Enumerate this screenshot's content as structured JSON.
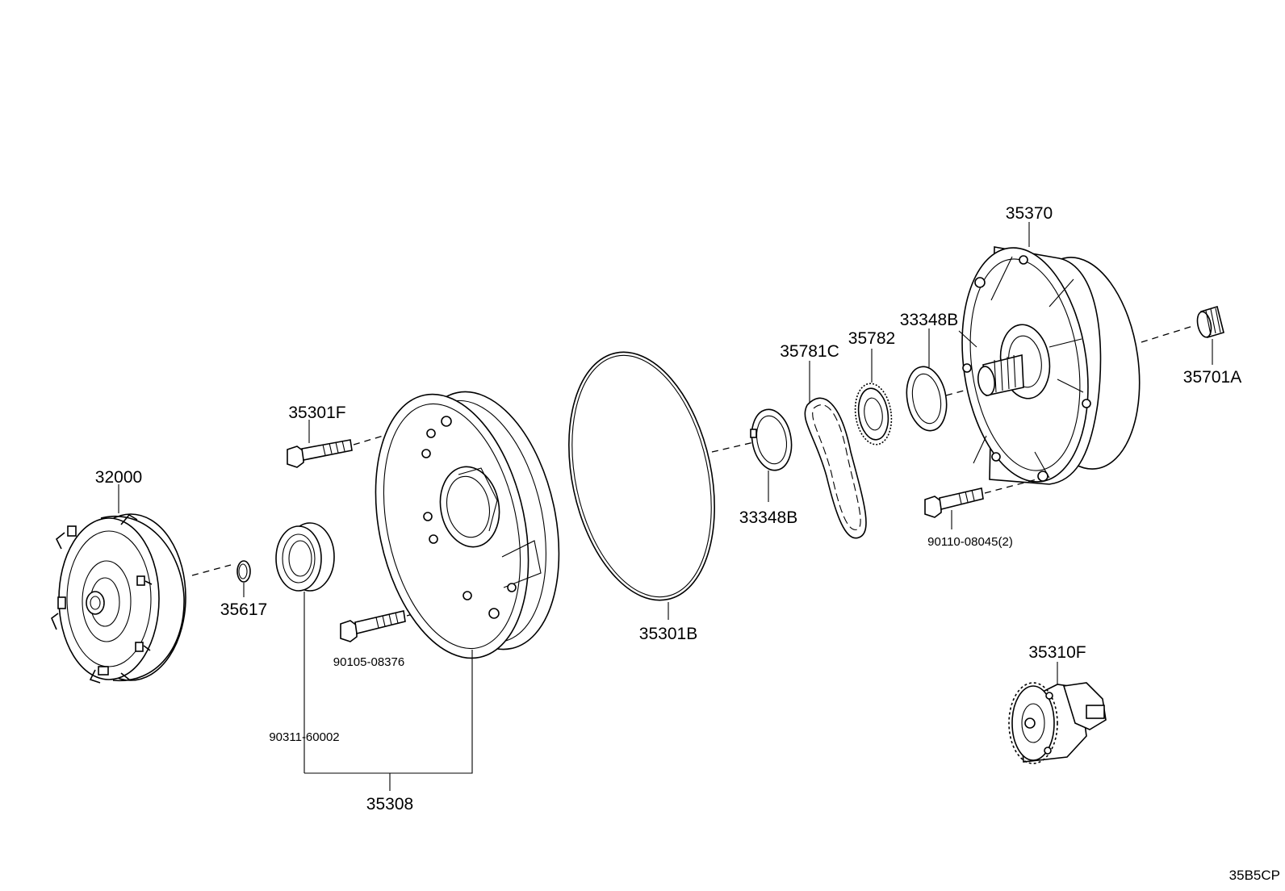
{
  "diagram": {
    "code": "35B5CP",
    "parts": [
      {
        "id": "p-32000",
        "label": "32000"
      },
      {
        "id": "p-35617",
        "label": "35617"
      },
      {
        "id": "p-90311",
        "label": "90311-60002"
      },
      {
        "id": "p-35301f",
        "label": "35301F"
      },
      {
        "id": "p-90105",
        "label": "90105-08376"
      },
      {
        "id": "p-35308",
        "label": "35308"
      },
      {
        "id": "p-35301b",
        "label": "35301B"
      },
      {
        "id": "p-33348b-front",
        "label": "33348B"
      },
      {
        "id": "p-35781c",
        "label": "35781C"
      },
      {
        "id": "p-35782",
        "label": "35782"
      },
      {
        "id": "p-33348b-rear",
        "label": "33348B"
      },
      {
        "id": "p-35370",
        "label": "35370"
      },
      {
        "id": "p-90110",
        "label": "90110-08045(2)"
      },
      {
        "id": "p-35701a",
        "label": "35701A"
      },
      {
        "id": "p-35310f",
        "label": "35310F"
      }
    ]
  }
}
